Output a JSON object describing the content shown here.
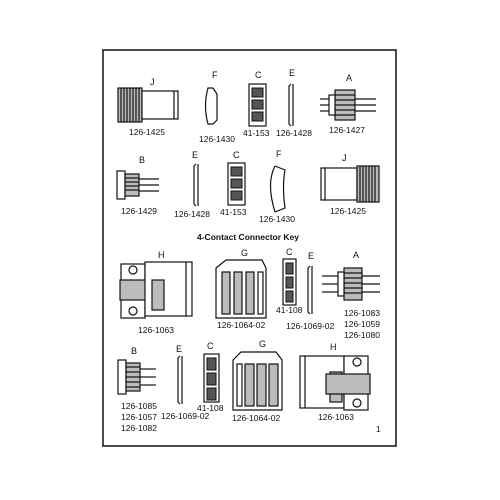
{
  "title": "4-Contact Connector Key",
  "letters": {
    "r1_j": "J",
    "r1_f": "F",
    "r1_c": "C",
    "r1_e": "E",
    "r1_a": "A",
    "r2_b": "B",
    "r2_e": "E",
    "r2_c": "C",
    "r2_f": "F",
    "r2_j": "J",
    "r3_h": "H",
    "r3_g": "G",
    "r3_c": "C",
    "r3_e": "E",
    "r3_a": "A",
    "r4_b": "B",
    "r4_e": "E",
    "r4_c": "C",
    "r4_g": "G",
    "r4_h": "H"
  },
  "labels": {
    "r1_j": "126-1425",
    "r1_f": "126-1430",
    "r1_c": "41-153",
    "r1_e": "126-1428",
    "r1_a": "126-1427",
    "r2_b": "126-1429",
    "r2_e": "126-1428",
    "r2_c": "41-153",
    "r2_f": "126-1430",
    "r2_j": "126-1425",
    "r3_h": "126-1063",
    "r3_g": "126-1064-02",
    "r3_c": "41-108",
    "r3_e": "126-1069-02",
    "r3_a1": "126-1083",
    "r3_a2": "126-1059",
    "r3_a3": "126-1080",
    "r4_b1": "126-1085",
    "r4_b2": "126-1057",
    "r4_b3": "126-1082",
    "r4_e": "126-1069-02",
    "r4_c": "41-108",
    "r4_g": "126-1064-02",
    "r4_h": "126-1063"
  },
  "page_number": "1"
}
